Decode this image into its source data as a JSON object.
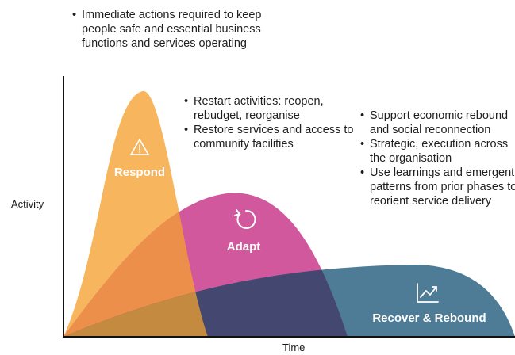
{
  "notes": {
    "respond": [
      "Immediate actions required to keep people safe and essential business functions and services operating"
    ],
    "adapt": [
      "Restart activities: reopen, rebudget, reorganise",
      "Restore services and access to community facilities"
    ],
    "recover": [
      "Support economic rebound and social reconnection",
      "Strategic, execution across the organisation",
      "Use learnings and emergent patterns from prior phases to reorient service delivery"
    ]
  },
  "axes": {
    "y_label": "Activity",
    "x_label": "Time"
  },
  "phases": {
    "respond": {
      "label": "Respond",
      "icon": "warning-triangle-icon",
      "color": "#F7B55D"
    },
    "adapt": {
      "label": "Adapt",
      "icon": "refresh-arrow-icon",
      "color": "#D1589C"
    },
    "recover": {
      "label": "Recover & Rebound",
      "icon": "trending-up-chart-icon",
      "color": "#4E7B96"
    }
  },
  "overlap_colors": {
    "respond_adapt": "#EC8F4B",
    "adapt_recover": "#444870",
    "respond_recover": "#D98A43",
    "all_three": "#C48A3F"
  }
}
